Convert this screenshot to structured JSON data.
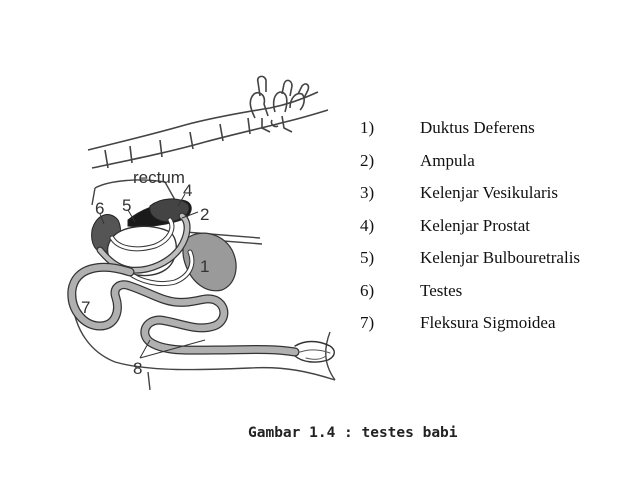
{
  "diagram": {
    "labels": {
      "rectum": "rectum",
      "n1": "1",
      "n2": "2",
      "n4": "4",
      "n5": "5",
      "n6": "6",
      "n7": "7",
      "n8": "8"
    }
  },
  "legend": [
    {
      "num": "1)",
      "text": "Duktus Deferens"
    },
    {
      "num": "2)",
      "text": "Ampula"
    },
    {
      "num": "3)",
      "text": "Kelenjar Vesikularis"
    },
    {
      "num": "4)",
      "text": "Kelenjar Prostat"
    },
    {
      "num": "5)",
      "text": "Kelenjar Bulbouretralis"
    },
    {
      "num": "6)",
      "text": "Testes"
    },
    {
      "num": "7)",
      "text": "Fleksura Sigmoidea"
    }
  ],
  "caption": "Gambar 1.4 : testes babi"
}
